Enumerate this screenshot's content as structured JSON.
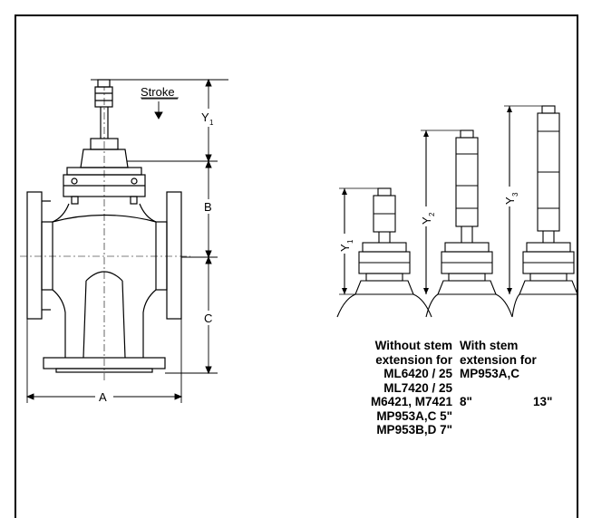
{
  "diagram": {
    "labels": {
      "stroke": "Stroke",
      "y1_left": "Y",
      "y1_left_sub": "1",
      "dim_b": "B",
      "dim_c": "C",
      "dim_a": "A",
      "y1_right": "Y",
      "y1_right_sub": "1",
      "y2": "Y",
      "y2_sub": "2",
      "y3": "Y",
      "y3_sub": "3"
    },
    "notes": {
      "col1_header_1": "Without stem",
      "col1_header_2": "extension for",
      "col2_header_1": "With stem",
      "col2_header_2": "extension for",
      "col2_header_3": "MP953A,C",
      "row1": "ML6420 / 25",
      "row2": "ML7420 / 25",
      "row3": "M6421, M7421",
      "row3_val1": "8\"",
      "row3_val2": "13\"",
      "row4": "MP953A,C  5\"",
      "row5": "MP953B,D  7\""
    }
  }
}
